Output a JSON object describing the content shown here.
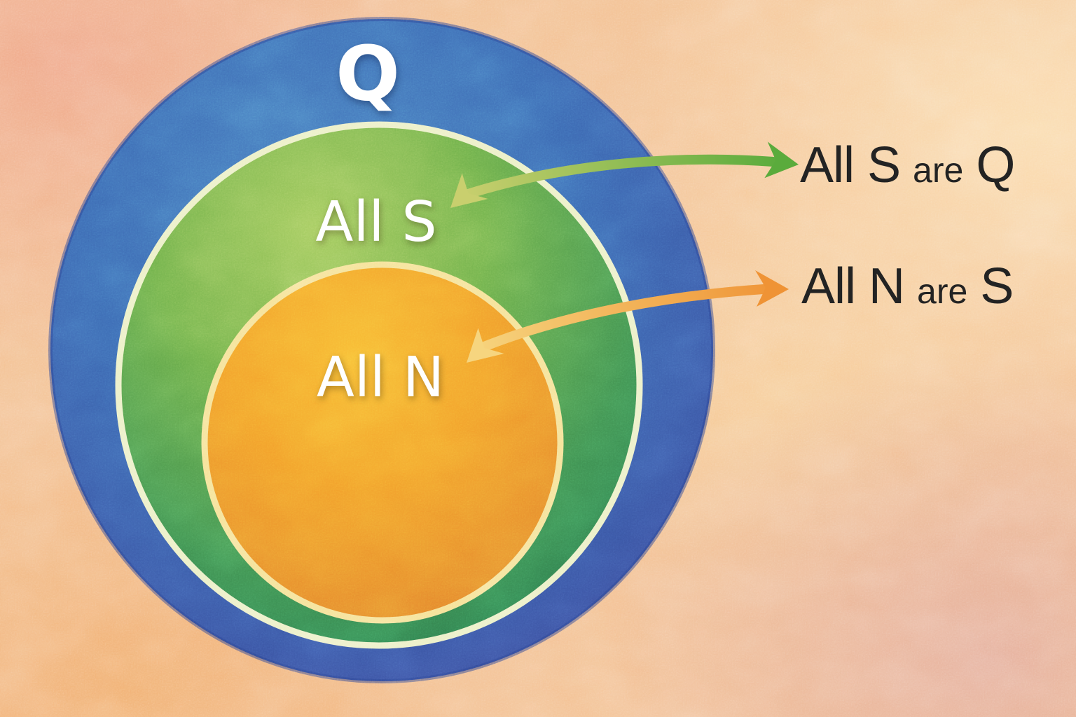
{
  "diagram": {
    "type": "euler-diagram",
    "background_color": "#f4c294",
    "sets": [
      {
        "label": "Q",
        "color": "#3b68b2",
        "edge_color": "#2c448f",
        "text_color": "#ffffff"
      },
      {
        "label": "All S",
        "color": "#6fb04a",
        "ring_color": "#ecf0c6",
        "text_color": "#ffffff"
      },
      {
        "label": "All N",
        "color": "#f3a02b",
        "ring_color": "#f6e295",
        "text_color": "#ffffff"
      }
    ],
    "relations": [
      {
        "subject": "All S",
        "verb": "are",
        "object": "Q",
        "arrow_color_start": "#c9cf6e",
        "arrow_color_end": "#5aab3c",
        "text_color": "#232323"
      },
      {
        "subject": "All N",
        "verb": "are",
        "object": "S",
        "arrow_color_start": "#f6d57f",
        "arrow_color_end": "#ef9335",
        "text_color": "#232323"
      }
    ]
  }
}
